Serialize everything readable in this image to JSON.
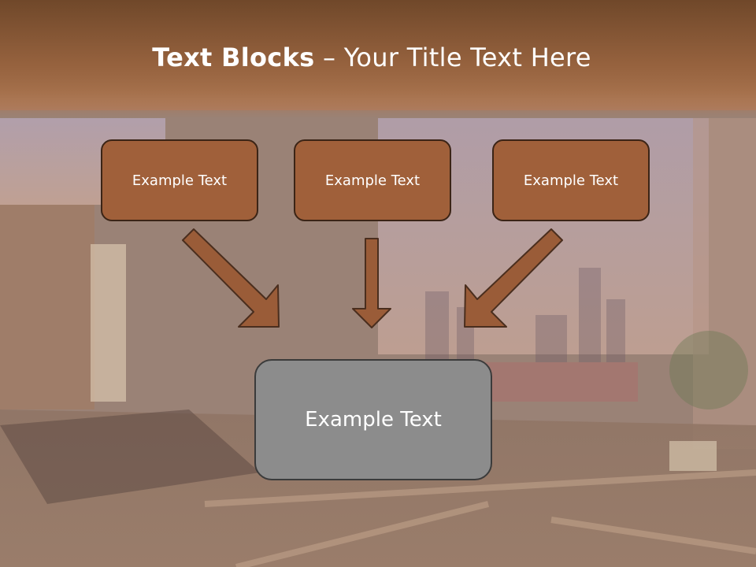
{
  "slide": {
    "title_bold": "Text Blocks",
    "title_dash": " – ",
    "title_rest": "Your Title Text Here",
    "top_boxes": [
      "Example Text",
      "Example Text",
      "Example Text"
    ],
    "bottom_box": "Example Text"
  },
  "colors": {
    "box_fill": "#a0603a",
    "box_border": "#3b2416",
    "bottom_box_fill": "#8c8c8c",
    "arrow_fill": "#9a5c38"
  }
}
